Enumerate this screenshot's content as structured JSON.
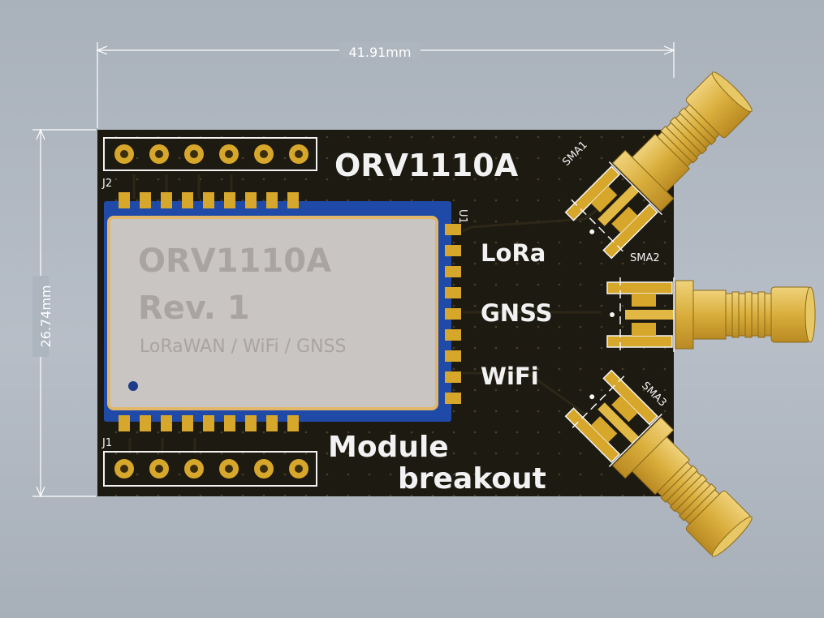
{
  "dimensions": {
    "width_label": "41.91mm",
    "height_label": "26.74mm"
  },
  "board": {
    "title": "ORV1110A",
    "subtitle_line1": "Module",
    "subtitle_line2": "breakout",
    "colors": {
      "pcb": "#1d1a12",
      "silkscreen": "#f2f2f2",
      "gold": "#d7a72b",
      "module_blue": "#1f4aa8",
      "shield": "#c9c5c2",
      "background": "#b0b8c2"
    }
  },
  "headers": {
    "j1_label": "J1",
    "j2_label": "J2"
  },
  "module": {
    "ref": "U1",
    "name": "ORV1110A",
    "revision": "Rev. 1",
    "features": "LoRaWAN / WiFi / GNSS"
  },
  "ports": {
    "lora": "LoRa",
    "gnss": "GNSS",
    "wifi": "WiFi"
  },
  "connectors": {
    "sma1": "SMA1",
    "sma2": "SMA2",
    "sma3": "SMA3"
  }
}
